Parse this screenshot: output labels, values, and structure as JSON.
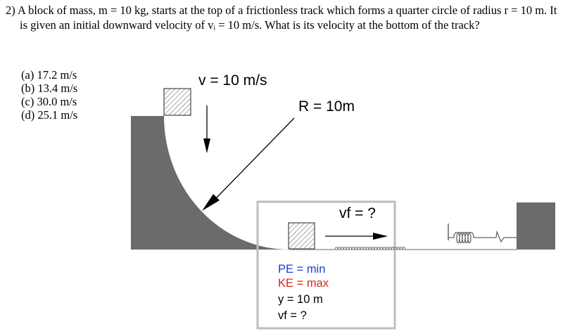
{
  "question": {
    "text": "2) A block of mass, m = 10 kg, starts at the top of a frictionless track which forms a quarter circle of radius r = 10 m. It is given an initial downward velocity of vᵢ = 10 m/s. What is its velocity at the bottom of the track?"
  },
  "choices": [
    "(a) 17.2 m/s",
    "(b) 13.4 m/s",
    "(c) 30.0 m/s",
    "(d) 25.1 m/s"
  ],
  "diagram": {
    "velocity_label": "v = 10 m/s",
    "radius_label": "R = 10m",
    "final_velocity_label": "vf = ?",
    "notes": {
      "pe": "PE = min",
      "ke": "KE = max",
      "y": "y = 10 m",
      "vf": "vf = ?"
    },
    "colors": {
      "track": "#6b6b6b",
      "pe_text": "#1f3bd6",
      "ke_text": "#d8261c",
      "box_border": "#bdbdbd"
    }
  }
}
